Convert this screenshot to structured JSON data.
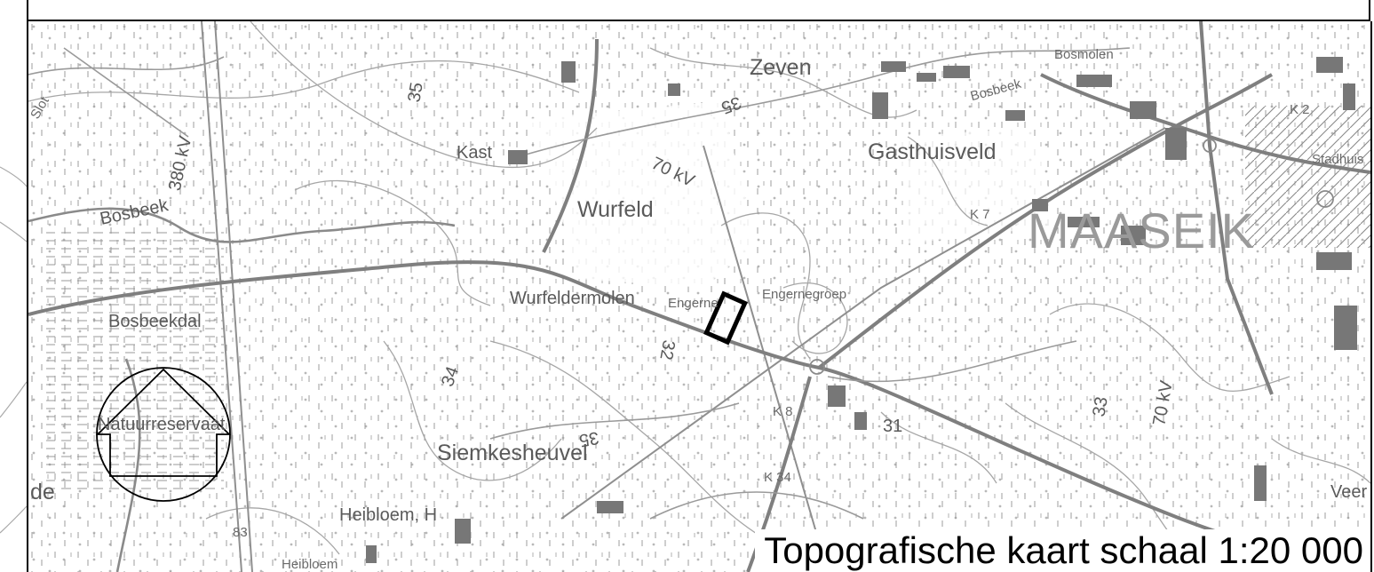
{
  "map": {
    "caption": "Topografische kaart schaal 1:20 000",
    "labels": {
      "zeven": "Zeven",
      "bosmolen": "Bosmolen",
      "bosbeek_top": "Bosbeek",
      "kast": "Kast",
      "wurfeld": "Wurfeld",
      "gasthuisveld": "Gasthuisveld",
      "maaseik": "MAASEIK",
      "stadhuis": "Stadhuis",
      "bosbeek_left": "Bosbeek",
      "bosbeekdal": "Bosbeekdal",
      "wurfeldermolen": "Wurfeldermolen",
      "engerne": "Engerne",
      "engernegroep": "Engernegroep",
      "natuurreservaat": "Natuurreservaat",
      "siemkesheuvel": "Siemkesheuvel",
      "heibloem": "Heibloem, H",
      "heibloem_bottom": "Heibloem",
      "veer": "Veer",
      "kv380": "380 kV",
      "kv70": "70 kV",
      "kv70b": "70 kV",
      "h35a": "35",
      "h35b": "35",
      "h35c": "35",
      "h34": "34",
      "h32": "32",
      "h31": "31",
      "h33": "33",
      "h83": "83",
      "de": "de",
      "k2": "K 2",
      "k7": "K 7",
      "k8": "K 8",
      "k34": "K 34",
      "slot": "Slot"
    },
    "colors": {
      "map_ink": "#8a8a8a",
      "contour": "#a6a6a6",
      "road": "#7f7f7f",
      "built": "#777777",
      "marker": "#000000"
    },
    "icons": {
      "site_marker": "rectangle-outline-icon",
      "north_arrow": "north-arrow-icon"
    }
  }
}
